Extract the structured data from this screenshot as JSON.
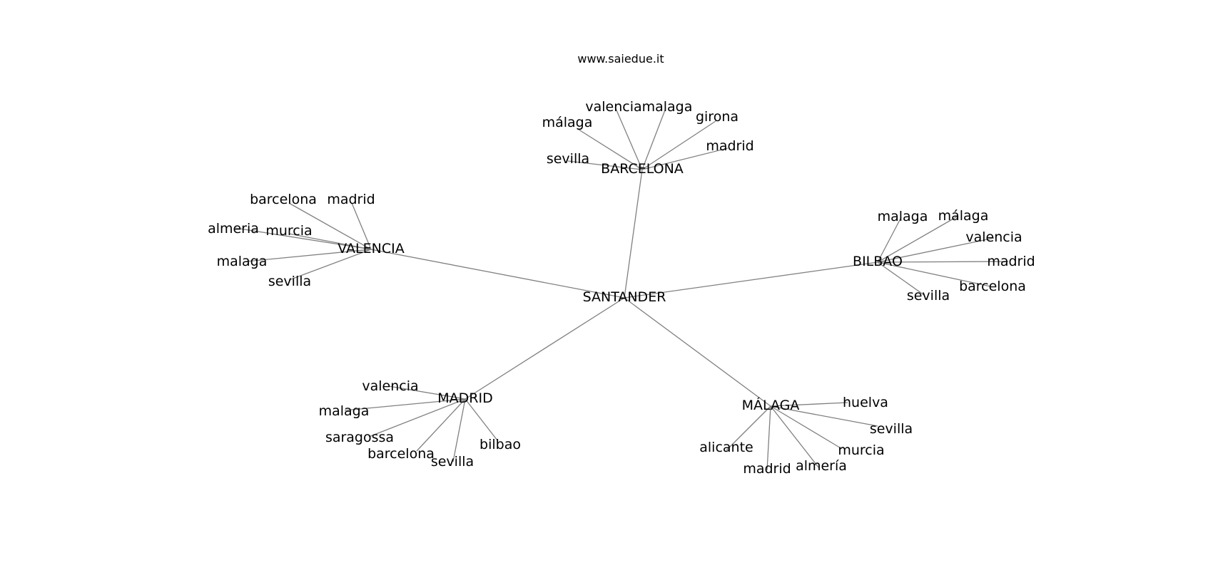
{
  "site": "www.saiedue.it",
  "colors": {
    "edge": "#808080",
    "text": "#000000",
    "background": "#ffffff"
  },
  "graph": {
    "root": "SANTANDER",
    "hubs": [
      {
        "id": "barcelona",
        "label": "BARCELONA",
        "leaves": [
          "sevilla",
          "málaga",
          "valencia",
          "malaga",
          "girona",
          "madrid"
        ]
      },
      {
        "id": "valencia",
        "label": "VALENCIA",
        "leaves": [
          "barcelona",
          "madrid",
          "almeria",
          "murcia",
          "malaga",
          "sevilla"
        ]
      },
      {
        "id": "bilbao",
        "label": "BILBAO",
        "leaves": [
          "malaga",
          "málaga",
          "valencia",
          "madrid",
          "barcelona",
          "sevilla"
        ]
      },
      {
        "id": "madrid",
        "label": "MADRID",
        "leaves": [
          "valencia",
          "malaga",
          "saragossa",
          "barcelona",
          "sevilla",
          "bilbao"
        ]
      },
      {
        "id": "malaga",
        "label": "MÁLAGA",
        "leaves": [
          "huelva",
          "sevilla",
          "murcia",
          "almería",
          "madrid",
          "alicante"
        ]
      }
    ]
  }
}
